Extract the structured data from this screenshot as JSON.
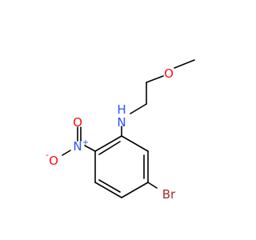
{
  "atoms": {
    "o_methoxy": {
      "label": "O",
      "color": "#ff0d0d"
    },
    "n_amine": {
      "label": "N",
      "color": "#3050f8"
    },
    "h_amine": {
      "label": "H",
      "color": "#3050f8"
    },
    "n_nitro": {
      "label": "N",
      "color": "#3050f8"
    },
    "n_nitro_charge": {
      "label": "+",
      "color": "#3050f8"
    },
    "o_nitro_top": {
      "label": "O",
      "color": "#ff0d0d"
    },
    "o_nitro_left": {
      "label": "O",
      "color": "#ff0d0d"
    },
    "o_nitro_charge": {
      "label": "-",
      "color": "#ff0d0d"
    },
    "br": {
      "label": "Br",
      "color": "#a62929"
    }
  },
  "colors": {
    "bond": "#000000",
    "background": "#ffffff"
  }
}
